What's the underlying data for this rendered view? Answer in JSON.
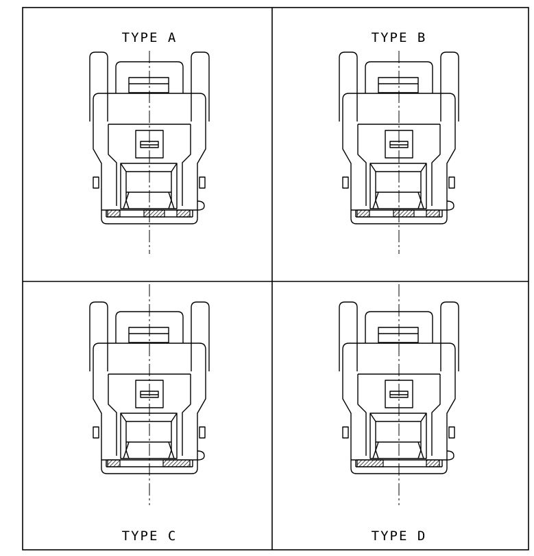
{
  "panels": [
    {
      "id": "a",
      "label": "TYPE A",
      "hatch": [
        [
          157,
          175
        ],
        [
          210,
          240
        ],
        [
          258,
          277
        ]
      ]
    },
    {
      "id": "b",
      "label": "TYPE B",
      "hatch": [
        [
          157,
          175
        ],
        [
          210,
          240
        ],
        [
          258,
          277
        ]
      ]
    },
    {
      "id": "c",
      "label": "TYPE C",
      "hatch": [
        [
          157,
          175
        ],
        [
          238,
          277
        ]
      ]
    },
    {
      "id": "d",
      "label": "TYPE D",
      "hatch": [
        [
          157,
          195
        ],
        [
          258,
          277
        ]
      ]
    }
  ],
  "colors": {
    "line": "#000000",
    "background": "#ffffff"
  }
}
